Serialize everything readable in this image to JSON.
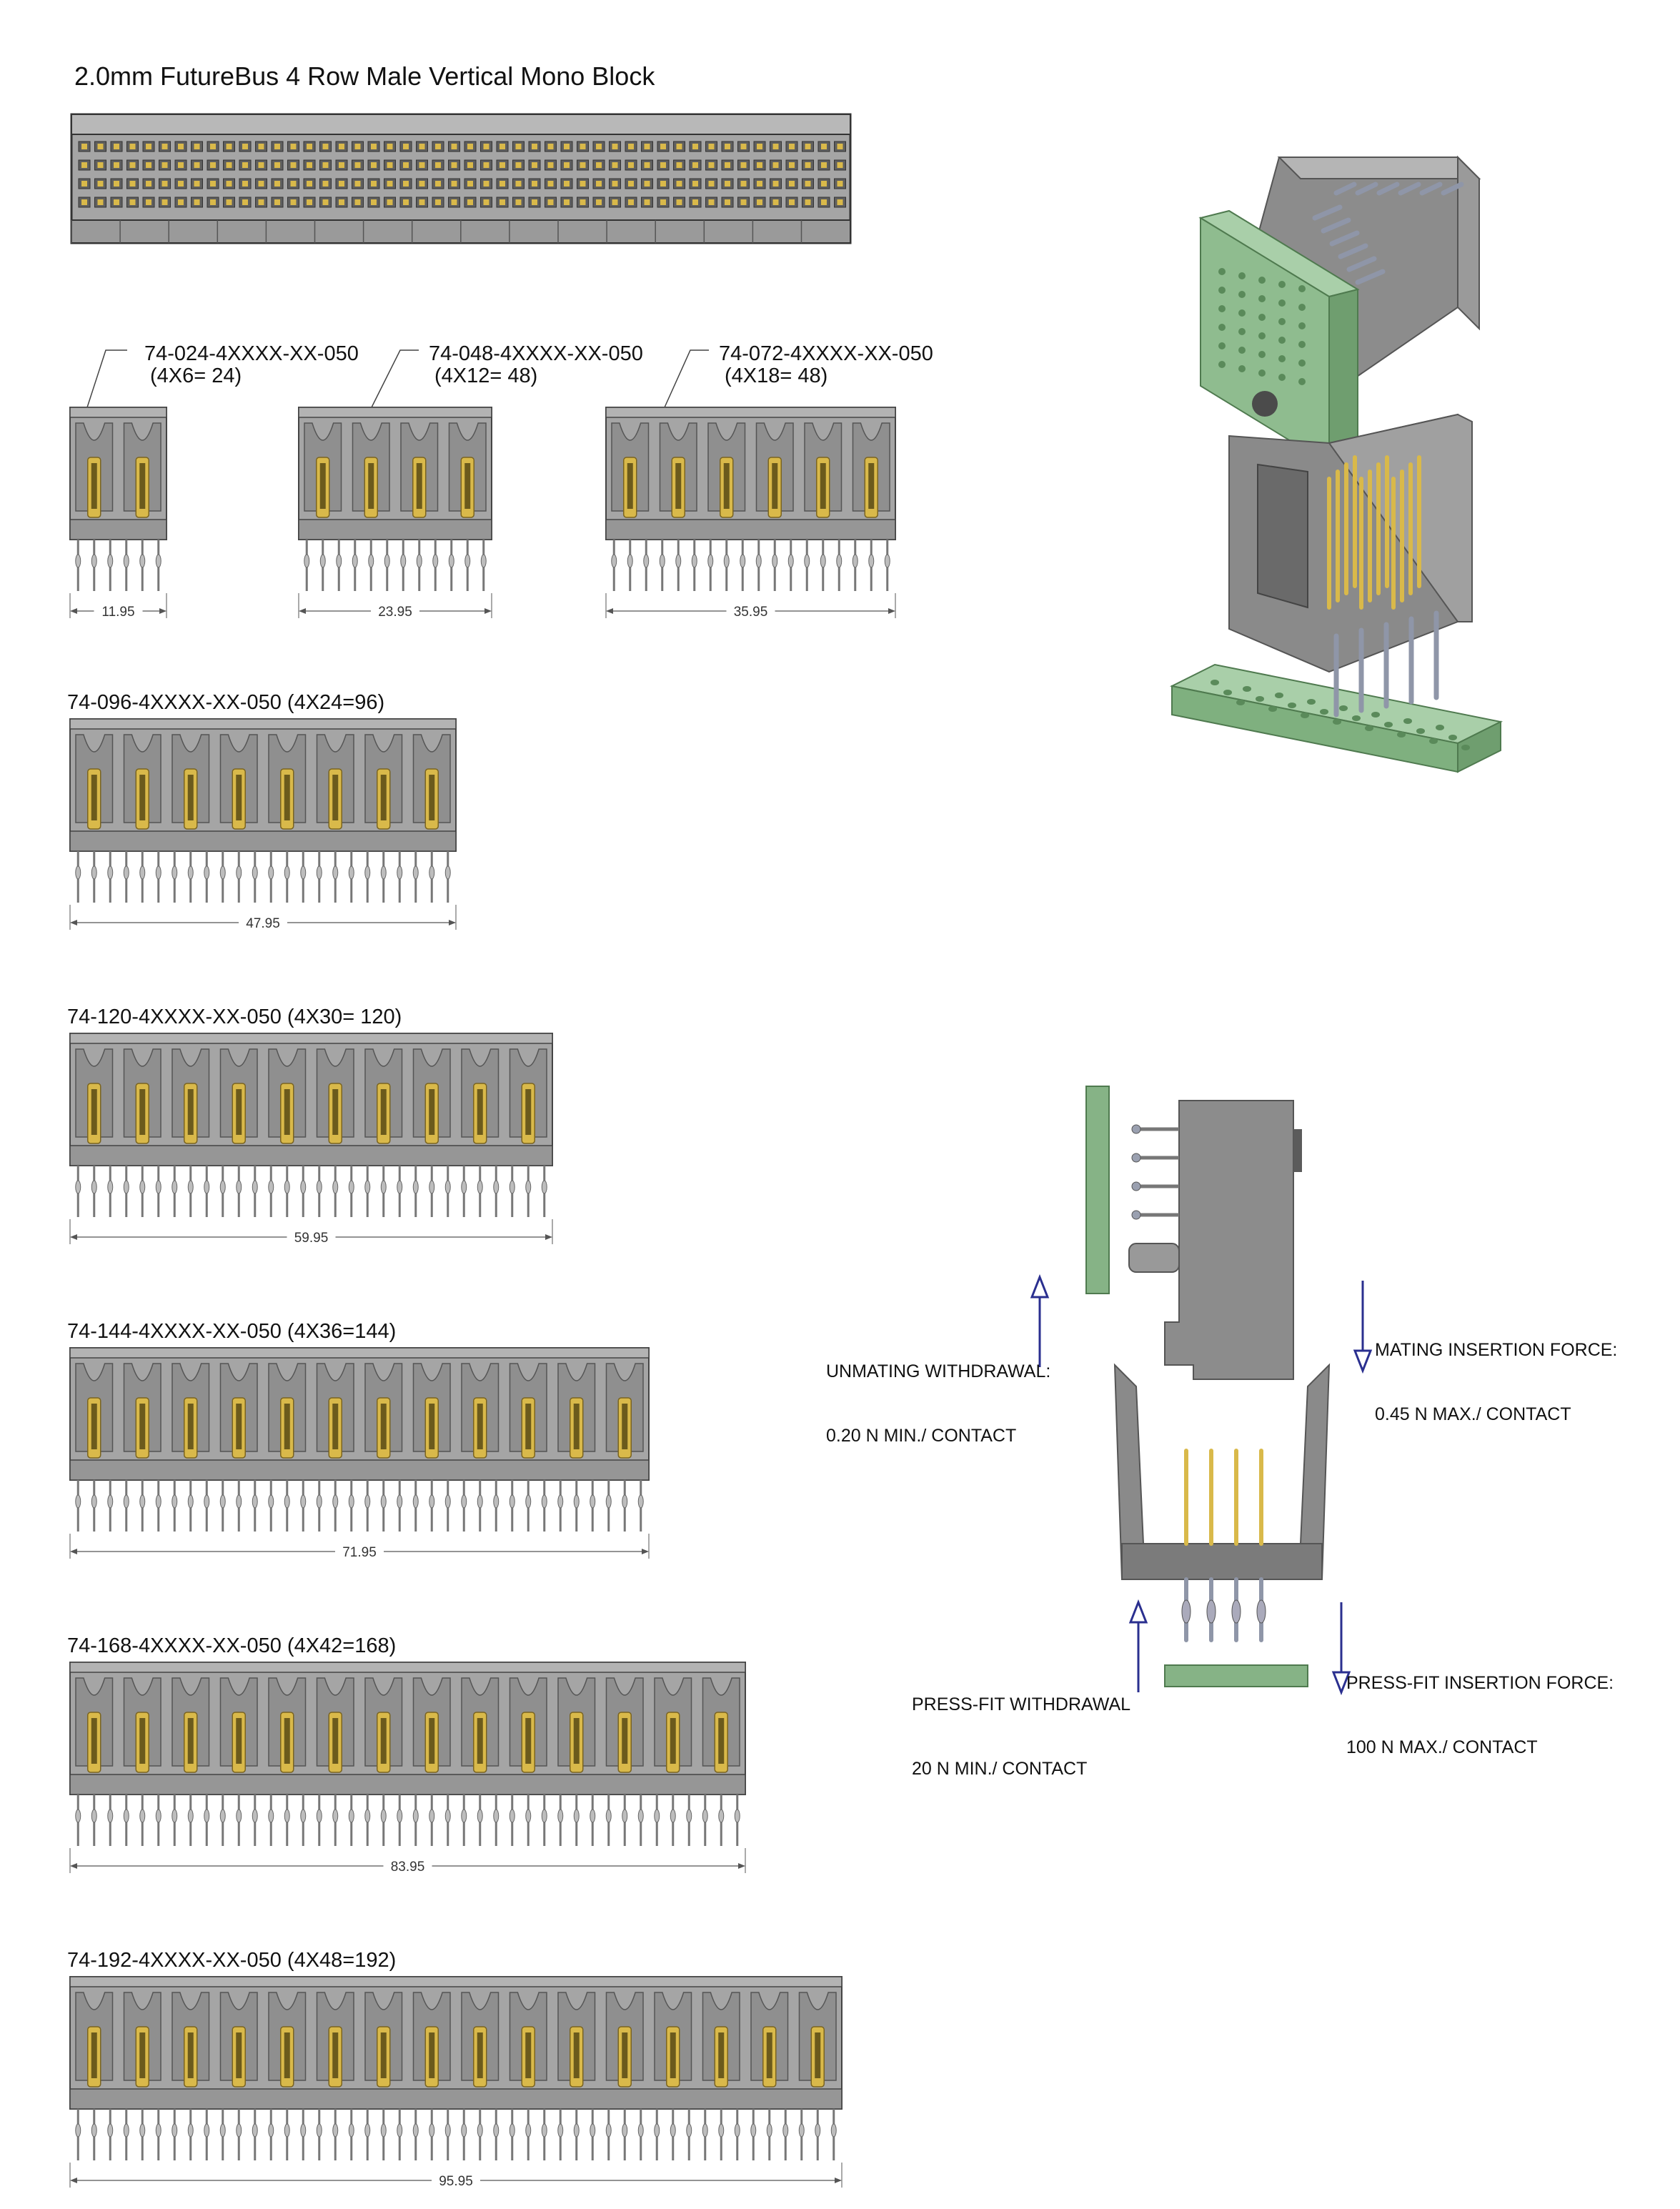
{
  "title": "2.0mm FutureBus 4 Row Male Vertical Mono Block",
  "top_view": {
    "rows": 4,
    "cols": 48
  },
  "parts": [
    {
      "pn": "74-024-4XXXX-XX-050",
      "count_label": "(4X6= 24)",
      "dim": "11.95",
      "modules": 1
    },
    {
      "pn": "74-048-4XXXX-XX-050",
      "count_label": "(4X12= 48)",
      "dim": "23.95",
      "modules": 2
    },
    {
      "pn": "74-072-4XXXX-XX-050",
      "count_label": "(4X18= 48)",
      "dim": "35.95",
      "modules": 3
    },
    {
      "pn": "74-096-4XXXX-XX-050",
      "count_label": "(4X24=96)",
      "dim": "47.95",
      "modules": 4
    },
    {
      "pn": "74-120-4XXXX-XX-050",
      "count_label": "(4X30= 120)",
      "dim": "59.95",
      "modules": 5
    },
    {
      "pn": "74-144-4XXXX-XX-050",
      "count_label": "(4X36=144)",
      "dim": "71.95",
      "modules": 6
    },
    {
      "pn": "74-168-4XXXX-XX-050",
      "count_label": "(4X42=168)",
      "dim": "83.95",
      "modules": 7
    },
    {
      "pn": "74-192-4XXXX-XX-050",
      "count_label": "(4X48=192)",
      "dim": "95.95",
      "modules": 8
    }
  ],
  "forces": {
    "unmating_title": "UNMATING WITHDRAWAL:",
    "unmating_value": "0.20 N MIN./ CONTACT",
    "mating_title": "MATING INSERTION FORCE:",
    "mating_value": "0.45 N MAX./ CONTACT",
    "pressfit_withdrawal_title": "PRESS-FIT WITHDRAWAL",
    "pressfit_withdrawal_value": "20 N MIN./ CONTACT",
    "pressfit_insertion_title": "PRESS-FIT INSERTION FORCE:",
    "pressfit_insertion_value": "100 N MAX./ CONTACT"
  },
  "colors": {
    "housing": "#a5a5a5",
    "housing_dark": "#7d7d7d",
    "contact_gold": "#d9b94a",
    "pcb_green": "#86b386",
    "arrow_blue": "#2a2f8f"
  }
}
